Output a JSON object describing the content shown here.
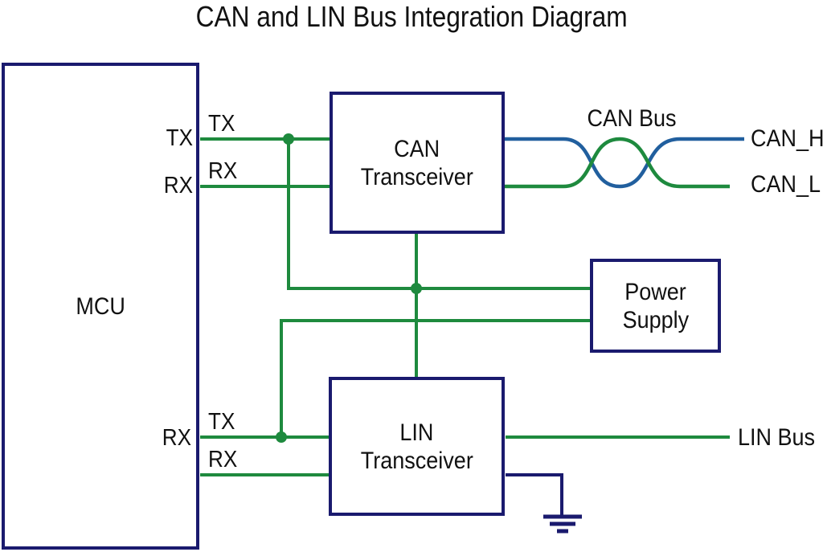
{
  "title": "CAN and LIN Bus Integration Diagram",
  "colors": {
    "box_border": "#1a1a6e",
    "wire_green": "#1e8a3e",
    "wire_blue": "#215f9e",
    "text": "#111111",
    "background": "#ffffff"
  },
  "blocks": {
    "mcu": {
      "label": "MCU"
    },
    "can_transceiver": {
      "line1": "CAN",
      "line2": "Transceiver"
    },
    "lin_transceiver": {
      "line1": "LIN",
      "line2": "Transceiver"
    },
    "power_supply": {
      "line1": "Power",
      "line2": "Supply"
    }
  },
  "pin_labels": {
    "mcu_can_tx": "TX",
    "can_tx_wire": "TX",
    "mcu_can_rx": "RX",
    "can_rx_wire": "RX",
    "mcu_lin_rx": "RX",
    "lin_tx_wire": "TX",
    "lin_rx_wire": "RX"
  },
  "bus_labels": {
    "can_bus": "CAN Bus",
    "can_high": "CAN_H",
    "can_low": "CAN_L",
    "lin_bus": "LIN Bus"
  }
}
